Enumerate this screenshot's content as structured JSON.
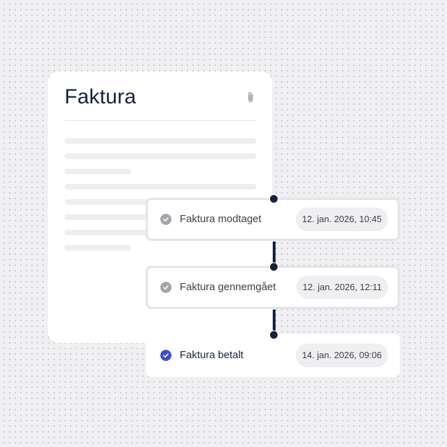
{
  "document": {
    "title": "Faktura"
  },
  "events": [
    {
      "label": "Faktura modtaget",
      "date": "12. jan. 2026, 10:45",
      "status": "completed"
    },
    {
      "label": "Faktura gennemgået",
      "date": "12. jan. 2026, 12:11",
      "status": "completed"
    },
    {
      "label": "Faktura betalt",
      "date": "14. jan. 2026, 09:06",
      "status": "current"
    }
  ],
  "colors": {
    "text_dark": "#16213f",
    "check_completed": "#a3a3aa",
    "check_current": "#3d4fd1",
    "background": "#f0f0f2"
  }
}
